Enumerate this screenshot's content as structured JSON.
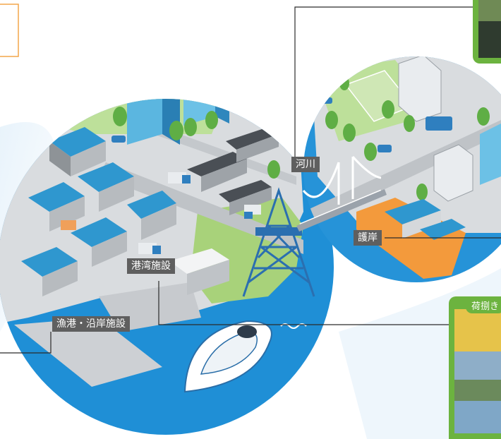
{
  "labels": {
    "river": "河川",
    "port": "港湾施設",
    "seawall": "護岸",
    "fishing_port": "漁港・沿岸施設",
    "photo_caption": "荷捌き"
  },
  "colors": {
    "sea": "#1f8fd6",
    "sea_light": "#45aee6",
    "ground": "#d9dcdf",
    "green": "#a8d27a",
    "roof_blue": "#2f97cf",
    "tag_bg": "#5f5f5f",
    "accent_orange": "#f39a3c",
    "frame_green": "#6cb33f",
    "tower_blue": "#2b6fb0"
  },
  "icons": [
    "transmission-tower-icon",
    "ferry-ship-icon",
    "truck-icon",
    "bus-icon",
    "car-icon",
    "tree-icon",
    "warehouse-icon",
    "office-building-icon"
  ]
}
